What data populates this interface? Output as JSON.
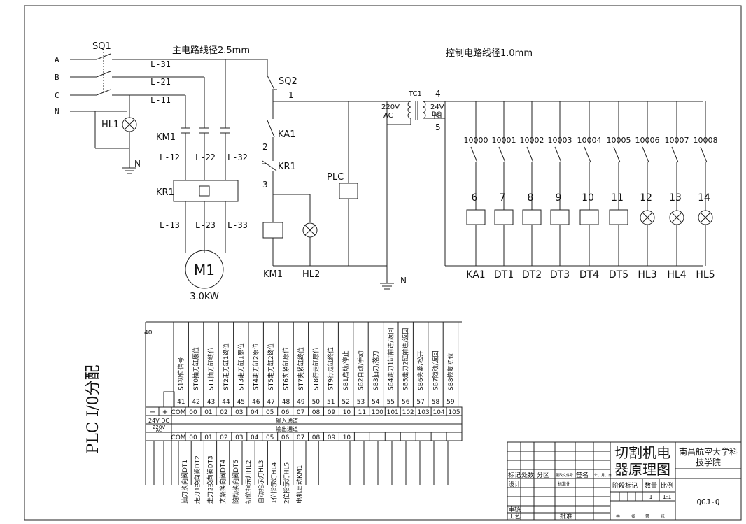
{
  "lines": {
    "phases": [
      "A",
      "B",
      "C",
      "N"
    ],
    "main_circuit_wire": "主电路线径2.5mm",
    "control_circuit_wire": "控制电路线径1.0mm",
    "wire_labels_top": [
      "L-31",
      "L-21",
      "L-11"
    ],
    "wire_labels_mid": [
      "L-12",
      "L-22",
      "L-32"
    ],
    "wire_labels_low": [
      "L-13",
      "L-23",
      "L-33"
    ]
  },
  "components": {
    "sq1": "SQ1",
    "sq2": "SQ2",
    "hl1": "HL1",
    "n_ground_left": "N",
    "n_ground_center": "N",
    "km1_contact": "KM1",
    "kr1_relay": "KR1",
    "motor": "M1",
    "motor_power": "3.0KW",
    "ka1_contact": "KA1",
    "kr1_contact": "KR1",
    "km1_coil": "KM1",
    "hl2": "HL2",
    "plc": "PLC",
    "tc1": "TC1",
    "v220": "220V",
    "ac": "AC",
    "v24": "24V",
    "dc": "DC"
  },
  "nodes": [
    "1",
    "2",
    "3",
    "4",
    "5"
  ],
  "plc_outputs": {
    "addresses": [
      "10000",
      "10001",
      "10002",
      "10003",
      "10004",
      "10005",
      "10006",
      "10007",
      "10008"
    ],
    "numbers": [
      "6",
      "7",
      "8",
      "9",
      "10",
      "11",
      "12",
      "13",
      "14"
    ],
    "labels": [
      "KA1",
      "DT1",
      "DT2",
      "DT3",
      "DT4",
      "DT5",
      "HL3",
      "HL4",
      "HL5"
    ]
  },
  "io_table": {
    "title": "PLC  I/0分配",
    "row_marker": "40",
    "input_descriptions": [
      "S1初位信号",
      "ST0抽刀缸原位",
      "ST1抽刀缸终位",
      "ST2走刀缸1终位",
      "ST3走刀缸1原位",
      "ST4走刀缸2原位",
      "ST5走刀缸2终位",
      "ST6夹紧缸原位",
      "ST7夹紧缸终位",
      "ST8行走缸原位",
      "ST9行走缸终位",
      "SB1启动/停止",
      "SB2自动/手动",
      "SB3抽刀/落刀",
      "SB4走刀1缸前进/返回",
      "SB5走刀2缸前进/返回",
      "SB6夹紧/松开",
      "SB7随动/返回",
      "SB8恢复初位"
    ],
    "input_numbers": [
      "41",
      "42",
      "43",
      "44",
      "45",
      "46",
      "47",
      "48",
      "49",
      "50",
      "51",
      "52",
      "53",
      "54",
      "55",
      "56",
      "57",
      "58",
      "59"
    ],
    "minus": "−",
    "plus": "+",
    "com_in": "COM",
    "input_addresses": [
      "00",
      "01",
      "02",
      "03",
      "04",
      "05",
      "06",
      "07",
      "08",
      "09",
      "10",
      "11",
      "100",
      "101",
      "102",
      "103",
      "104",
      "105"
    ],
    "v24dc": "24V DC",
    "input_channel": "输入通道",
    "v220": "220V",
    "ac": "AC",
    "output_channel": "输出通道",
    "com_out": "COM",
    "output_addresses": [
      "00",
      "01",
      "02",
      "03",
      "04",
      "05",
      "06",
      "07",
      "08",
      "09",
      "10"
    ],
    "output_descriptions": [
      "抽刀换向阀DT1",
      "走刀1换向阀DT2",
      "走刀2换向阀DT3",
      "夹紧换向阀DT4",
      "随动换向阀DT5",
      "初位指示灯HL2",
      "自动指示灯HL3",
      "1位指示灯HL4",
      "2位指示灯HL5",
      "电机启动KM1"
    ]
  },
  "title_block": {
    "drawing_title_1": "切割机电",
    "drawing_title_2": "器原理图",
    "school_1": "南昌航空大学科",
    "school_2": "技学院",
    "mark": "标记",
    "count": "处数",
    "zone": "分区",
    "change_doc": "更改文件号",
    "sign": "签名",
    "date": "年、月、日",
    "design": "设计",
    "standardize": "标准化",
    "stage_mark": "阶段标记",
    "quantity": "数量",
    "scale": "比例",
    "quantity_value": "1",
    "scale_value": "1:1",
    "review": "审核",
    "craft": "工艺",
    "approve": "批准",
    "total": "共",
    "sheets": "张",
    "page": "第",
    "code": "QGJ-Q"
  }
}
